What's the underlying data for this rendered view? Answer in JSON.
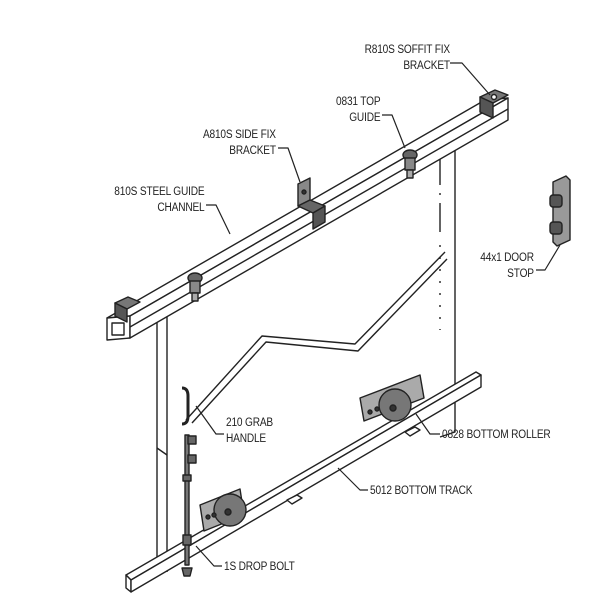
{
  "title": "Sliding door hardware components",
  "labels": {
    "soffit_bracket": [
      "R810S SOFFIT FIX",
      "BRACKET"
    ],
    "top_guide": [
      "0831 TOP",
      "GUIDE"
    ],
    "side_bracket": [
      "A810S SIDE FIX",
      "BRACKET"
    ],
    "guide_channel": [
      "810S STEEL GUIDE",
      "CHANNEL"
    ],
    "door_stop": [
      "44x1 DOOR",
      "STOP"
    ],
    "grab_handle": [
      "210 GRAB",
      "HANDLE"
    ],
    "bottom_roller": "0828 BOTTOM ROLLER",
    "bottom_track": "5012 BOTTOM TRACK",
    "drop_bolt": "1S DROP BOLT"
  },
  "colors": {
    "line": "#222222",
    "part_fill": "#8a8a8a",
    "part_dark": "#4a4a4a"
  }
}
